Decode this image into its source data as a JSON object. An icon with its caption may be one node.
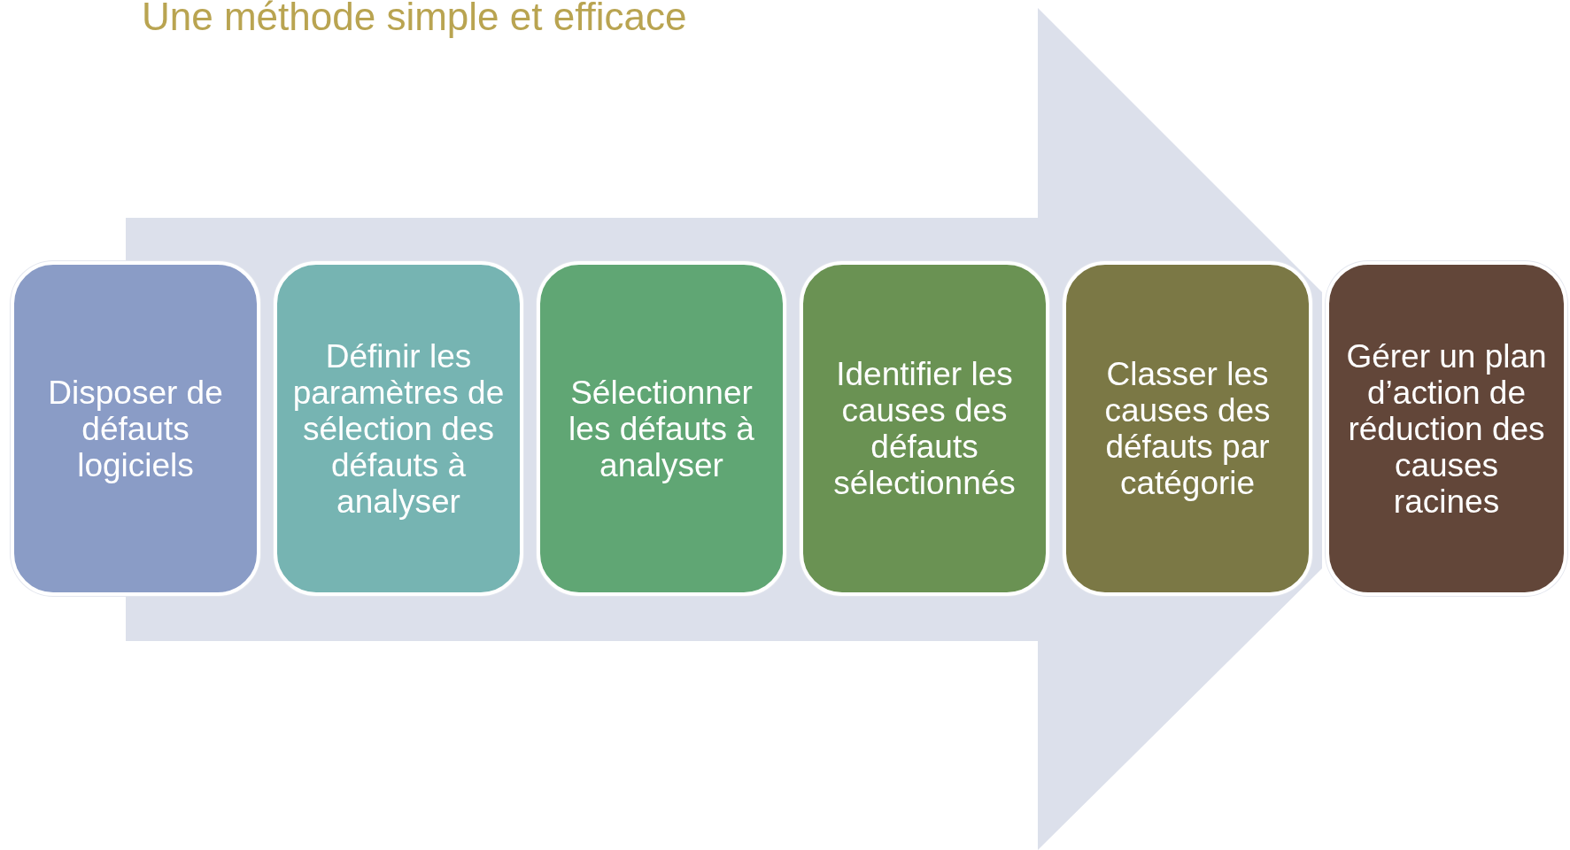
{
  "diagram": {
    "title": "Une méthode simple et efficace",
    "nodes": [
      {
        "text": [
          "Disposer de défauts logiciels"
        ]
      },
      {
        "text": [
          "Définir les paramètres de sélection des défauts à analyser"
        ]
      },
      {
        "text": [
          "Sélectionner les défauts à analyser"
        ]
      },
      {
        "text": [
          "Identifier les causes des défauts sélectionnés"
        ]
      },
      {
        "text": [
          "Classer les causes des défauts par catégorie"
        ]
      },
      {
        "text": [
          "Gérer un plan d’action de réduction des causes racines"
        ]
      }
    ]
  }
}
